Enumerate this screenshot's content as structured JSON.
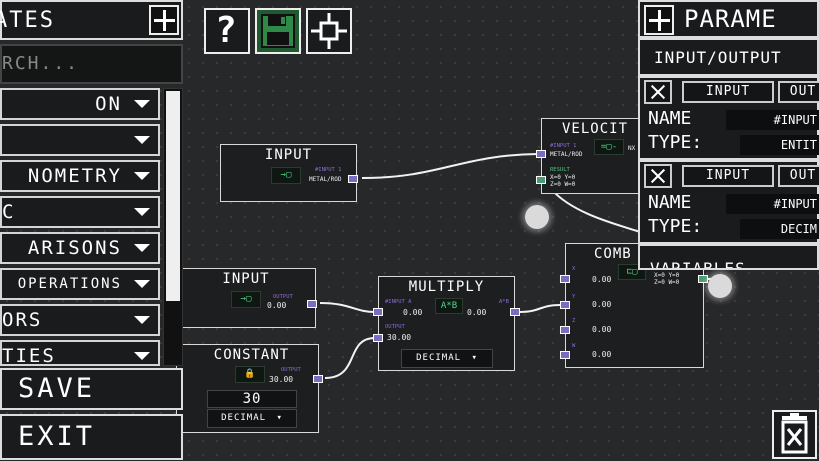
{
  "left_panel": {
    "title": "ATES",
    "search_placeholder": "RCH...",
    "categories": [
      "ON",
      "",
      "NOMETRY",
      "C",
      "ARISONS",
      "OPERATIONS",
      "ORS",
      "TIES"
    ],
    "save_label": "SAVE",
    "exit_label": "EXIT"
  },
  "toolbar": {
    "help_label": "?"
  },
  "nodes": {
    "input_top": {
      "title": "INPUT",
      "port_label": "#INPUT 1",
      "port_value": "METAL/ROD"
    },
    "velocity": {
      "title": "VELOCIT",
      "input_label": "#INPUT 1",
      "input_value": "METAL/ROD",
      "result_label": "RESULT",
      "result_value_1": "X=0 Y=0",
      "result_value_2": "Z=0 W=0",
      "side_label": "NX"
    },
    "input_mid": {
      "title": "INPUT",
      "port_label": "OUTPUT",
      "value": "0.00"
    },
    "constant": {
      "title": "CONSTANT",
      "port_label": "OUTPUT",
      "value": "30.00",
      "field": "30",
      "type": "DECIMAL"
    },
    "multiply": {
      "title": "MULTIPLY",
      "op": "A*B",
      "in_label": "#INPUT A",
      "in_value": "0.00",
      "out_value": "0.00",
      "out_label": "A*B",
      "in2_label": "OUTPUT",
      "in2_value": "30.00",
      "type": "DECIMAL"
    },
    "combine": {
      "title": "COMB",
      "rows": [
        "0.00",
        "0.00",
        "0.00",
        "0.00"
      ],
      "row_labels": [
        "X",
        "Y",
        "Z",
        "W"
      ],
      "result_1": "X=0 Y=0",
      "result_2": "Z=0 W=0"
    }
  },
  "right_panel": {
    "title": "PARAME",
    "subtitle": "INPUT/OUTPUT",
    "param1": {
      "tab_input": "INPUT",
      "tab_out": "OUT",
      "name_label": "NAME",
      "name_value": "#INPUT",
      "type_label": "TYPE:",
      "type_value": "ENTIT"
    },
    "param2": {
      "tab_input": "INPUT",
      "tab_out": "OUT",
      "name_label": "NAME",
      "name_value": "#INPUT",
      "type_label": "TYPE:",
      "type_value": "DECIM"
    },
    "variables_label": "VARIABLES"
  },
  "colors": {
    "background": "#27282a",
    "port_purple": "#7c6cc0",
    "port_green": "#4a9a72",
    "accent_green": "#2f8a4a"
  }
}
